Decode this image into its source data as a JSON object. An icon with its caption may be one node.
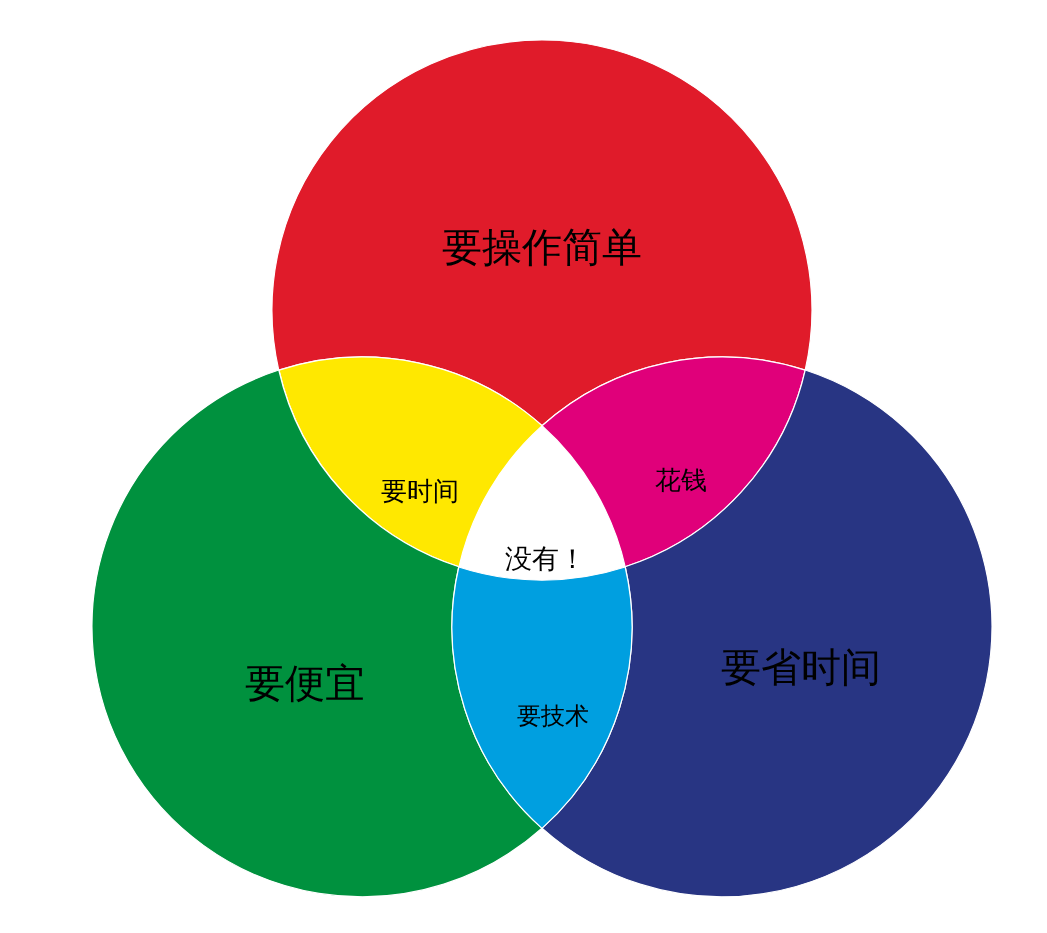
{
  "diagram": {
    "nodes": [
      {
        "text": [
          "要操作简单"
        ]
      },
      {
        "text": [
          "要时间"
        ]
      },
      {
        "text": [
          "花钱"
        ]
      },
      {
        "text": [
          "没有！"
        ]
      },
      {
        "text": [
          "要便宜"
        ]
      },
      {
        "text": [
          "要省时间"
        ]
      },
      {
        "text": [
          "要技术"
        ]
      }
    ]
  }
}
